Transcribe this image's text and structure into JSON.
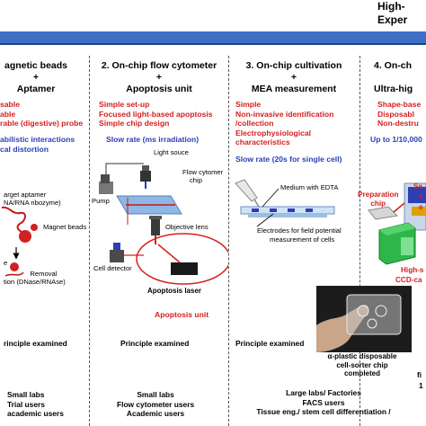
{
  "header": {
    "line1": "High-",
    "line2": "Exper"
  },
  "panel1": {
    "title1": "agnetic beads",
    "title2": "+",
    "title3": "Aptamer",
    "pros": [
      "sable",
      "able",
      "rable (digestive) probe"
    ],
    "cons": [
      "abilistic interactions",
      "cal distortion"
    ],
    "labels": {
      "target": "arget aptamer",
      "target2": "NA/RNA ribozyme)",
      "beads": "Magnet beads",
      "removal": "Removal",
      "removal2": "tion (DNase/RNAse)",
      "e": "e"
    },
    "principle": "rinciple examined",
    "users": [
      "Small labs",
      "Trial users",
      "academic users"
    ]
  },
  "panel2": {
    "title1": "2. On-chip flow cytometer",
    "title2": "+",
    "title3": "Apoptosis unit",
    "pros": [
      "Simple set-up",
      "Focused light-based apoptosis",
      "Simple chip design"
    ],
    "cons": [
      "Slow rate (ms irradiation)"
    ],
    "labels": {
      "light": "Light souce",
      "flow": "Flow cytomer",
      "flow2": "chip",
      "pump": "Pump",
      "objective": "Objective lens",
      "detector": "Cell detector",
      "laser": "Apoptosis laser",
      "unit": "Apoptosis unit"
    },
    "principle": "Principle examined",
    "users": [
      "Small labs",
      "Flow cytometer users",
      "Academic users"
    ]
  },
  "panel3": {
    "title1": "3. On-chip cultivation",
    "title2": "+",
    "title3": "MEA measurement",
    "pros": [
      "Simple",
      "Non-invasive identification",
      "/collection",
      "Electrophysiological",
      "characteristics"
    ],
    "cons": [
      "Slow rate (20s for single cell)"
    ],
    "labels": {
      "medium": "Medium with EDTA",
      "electrodes": "Electrodes for field potential",
      "electrodes2": "measurement of cells"
    },
    "principle": "Principle examined",
    "caption": [
      "α-plastic disposable",
      "cell-sorter chip",
      "completed"
    ],
    "users": [
      "Large labs/ Factories",
      "FACS users",
      "Tissue eng./ stem cell differentiation /"
    ]
  },
  "panel4": {
    "title1": "4. On-ch",
    "title3": "Ultra-hig",
    "pros": [
      "Shape-base",
      "Disposabl",
      "Non-destru"
    ],
    "cons": [
      "Up to 1/10,000"
    ],
    "labels": {
      "prep": "Preparation",
      "prep2": "chip",
      "se": "Se",
      "s": "s",
      "e": "e",
      "high": "High-s",
      "ccd": "CCD-ca"
    },
    "fi": "fi",
    "users": [
      "1"
    ]
  },
  "colors": {
    "bar": "#3f6fc4",
    "pro": "#d42020",
    "con": "#2a3fb8"
  }
}
